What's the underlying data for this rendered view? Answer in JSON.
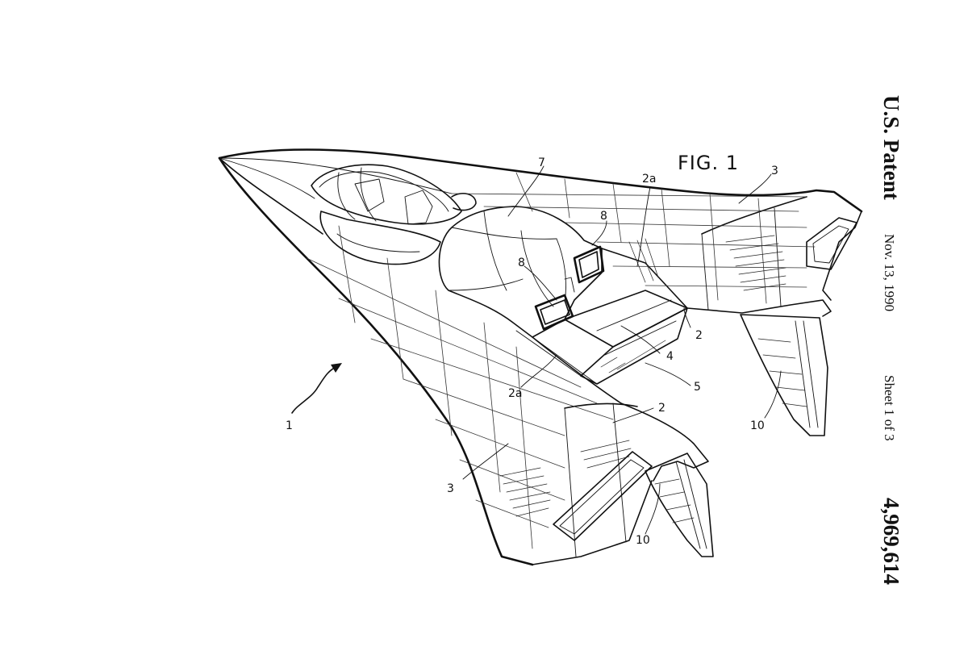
{
  "header": {
    "patent_label": "U.S. Patent",
    "date": "Nov. 13, 1990",
    "sheet": "Sheet 1 of 3",
    "patent_number": "4,969,614"
  },
  "figure": {
    "label": "FIG. 1",
    "reference_numerals": {
      "aircraft": "1",
      "wing_left": "2",
      "wing_right": "2",
      "wing_section_left": "2a",
      "wing_section_right": "2a",
      "strake_top": "3",
      "strake_bottom": "3",
      "flap_4": "4",
      "flap_5": "5",
      "canopy_7": "7",
      "inlet_8_left": "8",
      "inlet_8_right": "8",
      "fin_left": "10",
      "fin_right": "10"
    }
  }
}
